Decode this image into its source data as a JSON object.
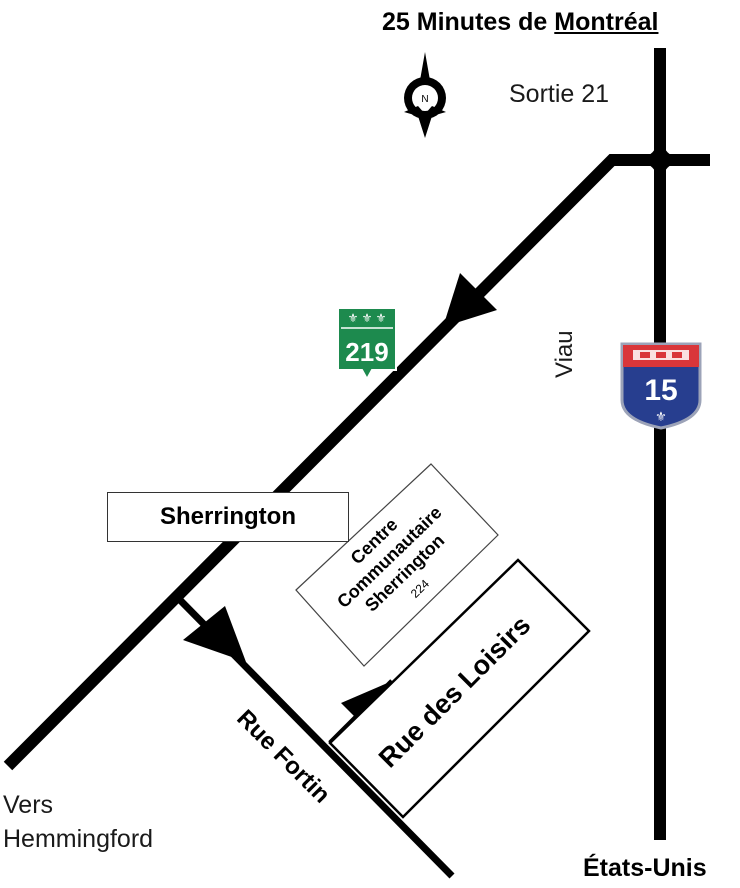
{
  "header": {
    "title_prefix": "25 Minutes de",
    "title_city": "Montréal"
  },
  "labels": {
    "exit": "Sortie 21",
    "viau": "Viau",
    "vers_line1": "Vers",
    "vers_line2": "Hemmingford",
    "etats_unis": "États-Unis",
    "sherrington": "Sherrington",
    "centre_line1": "Centre",
    "centre_line2": "Communautaire",
    "centre_line3": "Sherrington",
    "centre_number": "224",
    "rue_fortin": "Rue Fortin",
    "rue_loisirs": "Rue des Loisirs"
  },
  "shields": {
    "route_219": "219",
    "interstate_15": "15"
  },
  "compass": {
    "north_letter": "N"
  },
  "colors": {
    "road": "#000000",
    "route_219_green": "#1d8a4e",
    "shield_red": "#d9363a",
    "shield_blue": "#273e8f"
  }
}
